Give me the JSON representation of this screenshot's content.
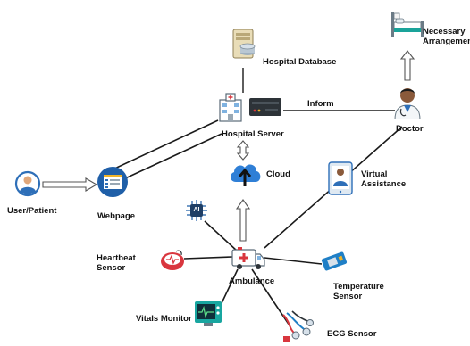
{
  "nodes": {
    "hospital_database": {
      "label": "Hospital Database",
      "icon": "database-server-icon"
    },
    "hospital_server": {
      "label": "Hospital Server",
      "icon": "hospital-server-icon"
    },
    "doctor": {
      "label": "Doctor",
      "icon": "doctor-icon"
    },
    "necessary_arrangements": {
      "label": "Necessary\nArrangements",
      "icon": "hospital-bed-icon"
    },
    "cloud": {
      "label": "Cloud",
      "icon": "cloud-upload-icon"
    },
    "virtual_assistance": {
      "label": "Virtual\nAssistance",
      "icon": "virtual-assistant-icon"
    },
    "user_patient": {
      "label": "User/Patient",
      "icon": "user-icon"
    },
    "webpage": {
      "label": "Webpage",
      "icon": "webpage-icon"
    },
    "ai": {
      "label": "AI",
      "icon": "ai-chip-icon"
    },
    "ambulance": {
      "label": "Ambulance",
      "icon": "ambulance-icon"
    },
    "heartbeat_sensor": {
      "label": "Heartbeat\nSensor",
      "icon": "heartbeat-sensor-icon"
    },
    "temperature_sensor": {
      "label": "Temperature\nSensor",
      "icon": "temperature-sensor-icon"
    },
    "vitals_monitor": {
      "label": "Vitals Monitor",
      "icon": "vitals-monitor-icon"
    },
    "ecg_sensor": {
      "label": "ECG Sensor",
      "icon": "ecg-sensor-icon"
    }
  },
  "edges": {
    "inform_label": "Inform"
  },
  "colors": {
    "line": "#1a1a1a",
    "arrow_outline": "#555555",
    "cloud_blue": "#2f7fd6",
    "webpage_blue": "#1f5fa8",
    "user_blue": "#2e6fb8",
    "server_dark": "#2d3338",
    "doctor_skin": "#8a5a3b",
    "bed_teal": "#1aa39a",
    "sensor_red": "#d9363e",
    "monitor_teal": "#18a6a0"
  }
}
